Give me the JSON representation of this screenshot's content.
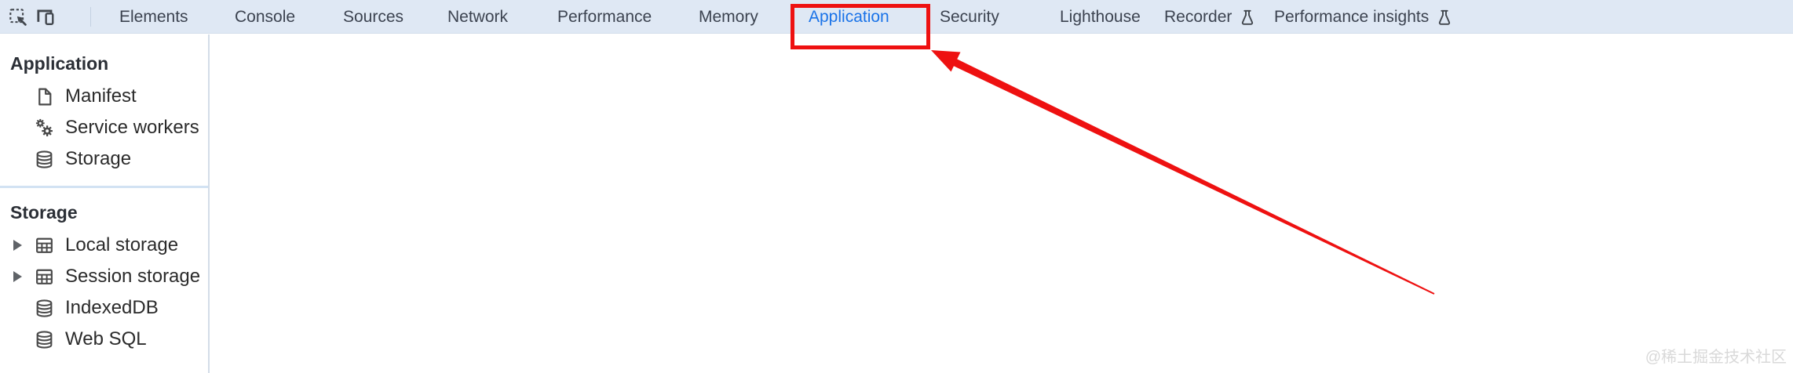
{
  "toolbar": {
    "active_tab": "Application",
    "tabs": [
      {
        "label": "Elements"
      },
      {
        "label": "Console"
      },
      {
        "label": "Sources"
      },
      {
        "label": "Network"
      },
      {
        "label": "Performance"
      },
      {
        "label": "Memory"
      },
      {
        "label": "Application"
      },
      {
        "label": "Security"
      },
      {
        "label": "Lighthouse"
      },
      {
        "label": "Recorder",
        "experimental": true
      },
      {
        "label": "Performance insights",
        "experimental": true
      }
    ]
  },
  "sidebar": {
    "sections": [
      {
        "title": "Application",
        "items": [
          {
            "label": "Manifest",
            "icon": "file-icon"
          },
          {
            "label": "Service workers",
            "icon": "gears-icon"
          },
          {
            "label": "Storage",
            "icon": "database-icon"
          }
        ]
      },
      {
        "title": "Storage",
        "items": [
          {
            "label": "Local storage",
            "icon": "table-icon",
            "expandable": true
          },
          {
            "label": "Session storage",
            "icon": "table-icon",
            "expandable": true
          },
          {
            "label": "IndexedDB",
            "icon": "database-icon"
          },
          {
            "label": "Web SQL",
            "icon": "database-icon"
          }
        ]
      }
    ]
  },
  "annotation": {
    "highlighted_tab": "Application",
    "highlight_color": "#ee1111",
    "accent_blue": "#1a73e8"
  },
  "watermark": "@稀土掘金技术社区"
}
